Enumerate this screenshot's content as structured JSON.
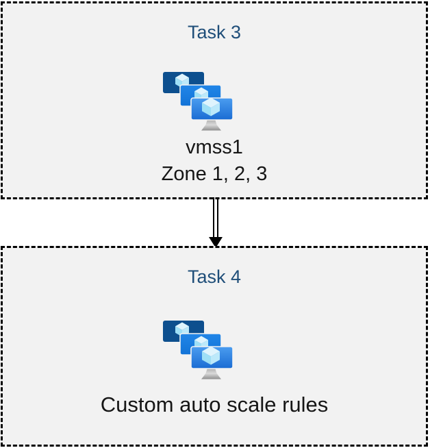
{
  "diagram": {
    "boxes": [
      {
        "title": "Task 3",
        "icon": "virtual-machine-scale-sets",
        "label_lines": [
          "vmss1",
          "Zone 1, 2, 3"
        ]
      },
      {
        "title": "Task 4",
        "icon": "virtual-machine-scale-sets",
        "label_lines": [
          "Custom auto scale rules"
        ]
      }
    ],
    "connector": {
      "type": "double-line-arrow",
      "direction": "down"
    }
  },
  "colors": {
    "page_bg": "#ffffff",
    "box_bg": "#f2f2f2",
    "box_border": "#000000",
    "title_text": "#1f4e79",
    "body_text": "#161616",
    "arrow": "#000000",
    "monitor_back": "#0d4f8e",
    "monitor_middle": "#1273d7",
    "monitor_front_top": "#4b9df0",
    "monitor_front_bottom": "#1a6cd3",
    "cube_top": "#dff4fd",
    "cube_left": "#9edff6",
    "cube_right": "#bce9fa",
    "stand_light": "#d9d9d9",
    "stand_dark": "#8f8f8f"
  }
}
